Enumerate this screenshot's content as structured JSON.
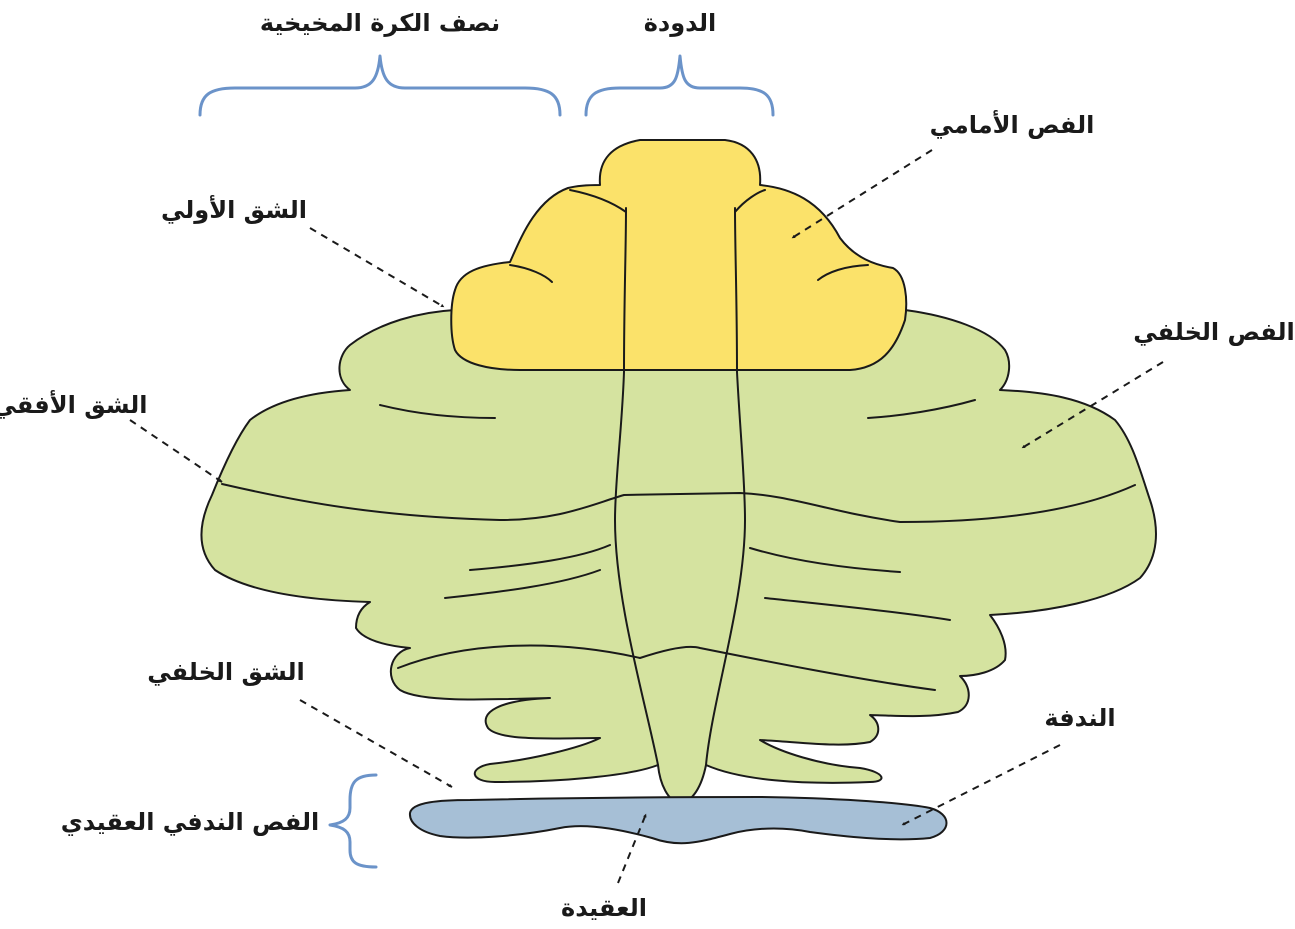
{
  "labels": {
    "vermis": "الدودة",
    "hemisphere": "نصف الكرة المخيخية",
    "anterior_lobe": "الفص الأمامي",
    "primary_fissure": "الشق الأولي",
    "posterior_lobe": "الفص الخلفي",
    "horizontal_fissure": "الشق الأفقي",
    "posterolateral_fissure": "الشق الخلفي",
    "flocculus": "الندفة",
    "flocculonodular_lobe": "الفص الندفي العقيدي",
    "nodule": "العقيدة"
  },
  "colors": {
    "anterior_lobe": "#fbe26a",
    "posterior_lobe": "#d5e3a0",
    "flocculonodular_lobe": "#a6bfd6",
    "brace": "#6b93c9",
    "outline": "#1a1a1a"
  }
}
